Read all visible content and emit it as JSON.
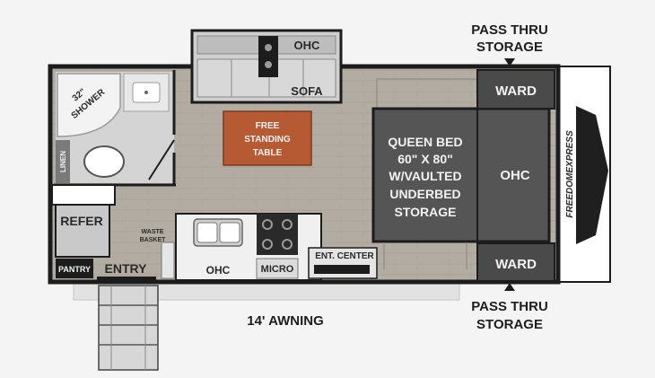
{
  "floorplan": {
    "labels": {
      "pass_thru_top": [
        "PASS THRU",
        "STORAGE"
      ],
      "pass_thru_bottom": [
        "PASS THRU",
        "STORAGE"
      ],
      "ohc_slide": "OHC",
      "sofa": "SOFA",
      "ward_top": "WARD",
      "ward_bottom": "WARD",
      "shower": [
        "32\"",
        "SHOWER"
      ],
      "linen": "LINEN",
      "free_standing_table": [
        "FREE",
        "STANDING",
        "TABLE"
      ],
      "queen_bed": [
        "QUEEN BED",
        "60\" X 80\"",
        "W/VAULTED",
        "UNDERBED",
        "STORAGE"
      ],
      "ohc_bed": "OHC",
      "refer": "REFER",
      "waste_basket": [
        "WASTE",
        "BASKET"
      ],
      "pantry": "PANTRY",
      "entry": "ENTRY",
      "ohc_kitchen": "OHC",
      "micro": "MICRO",
      "ent_center": "ENT. CENTER",
      "awning": "14' AWNING",
      "brand": "FREEDOMEXPRESS"
    },
    "colors": {
      "floor": "#b3aca2",
      "wall": "#1c1c1c",
      "ward": "#4a4a4a",
      "bed": "#555555",
      "table": "#b55a32",
      "sofa": "#cfcfcf"
    }
  }
}
